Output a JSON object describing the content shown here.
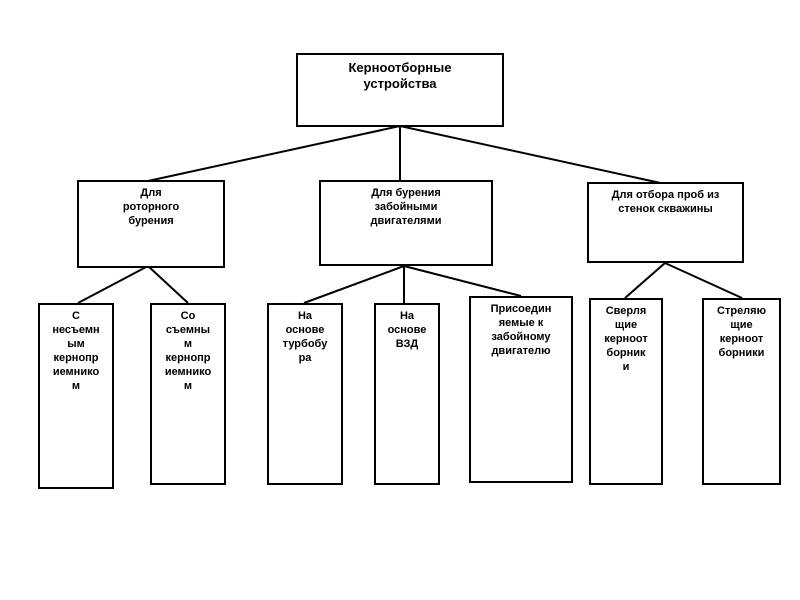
{
  "diagram": {
    "line_color": "#000000",
    "root": {
      "label": "Керноотборные\nустройства"
    },
    "groups": [
      {
        "label": "Для\nроторного\nбурения",
        "children": [
          {
            "label": "С\nнесъемн\nым\nкернопр\nиемнико\nм"
          },
          {
            "label": "Со\nсъемны\nм\nкернопр\nиемнико\nм"
          }
        ]
      },
      {
        "label": "Для бурения\nзабойными\nдвигателями",
        "children": [
          {
            "label": "На\nоснове\nтурбобу\nра"
          },
          {
            "label": "На\nоснове\nВЗД"
          },
          {
            "label": "Присоедин\nяемые к\nзабойному\nдвигателю"
          }
        ]
      },
      {
        "label": "Для отбора проб из\nстенок скважины",
        "children": [
          {
            "label": "Сверля\nщие\nкерноот\nборник\nи"
          },
          {
            "label": "Стреляю\nщие\nкерноот\nборники"
          }
        ]
      }
    ]
  }
}
